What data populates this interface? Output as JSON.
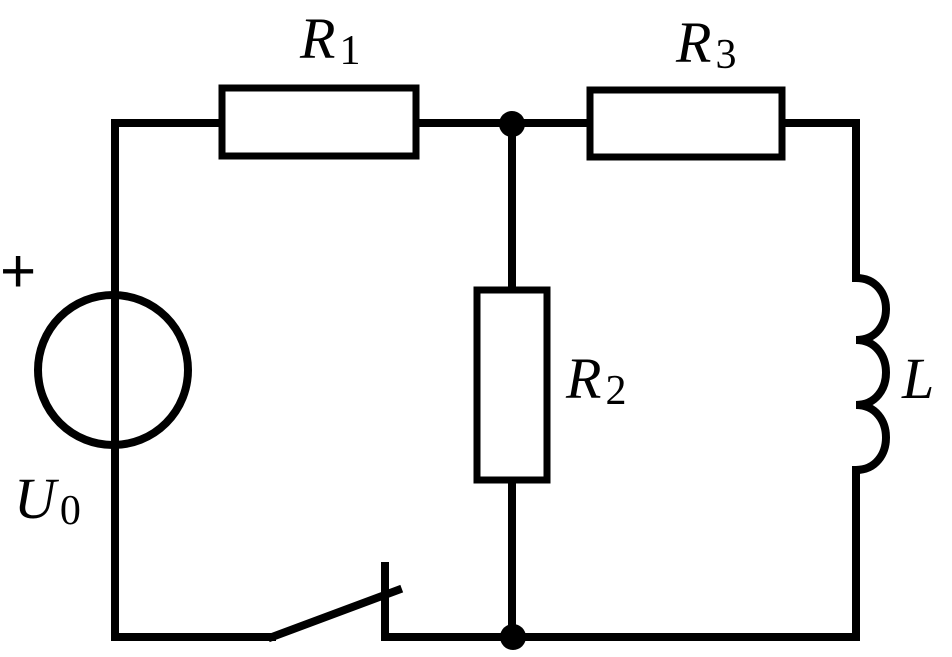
{
  "components": {
    "r1": {
      "symbol": "R",
      "subscript": "1"
    },
    "r2": {
      "symbol": "R",
      "subscript": "2"
    },
    "r3": {
      "symbol": "R",
      "subscript": "3"
    },
    "inductor": {
      "symbol": "L"
    },
    "source": {
      "symbol": "U",
      "subscript": "0",
      "polarity": "+"
    },
    "switch": {}
  }
}
